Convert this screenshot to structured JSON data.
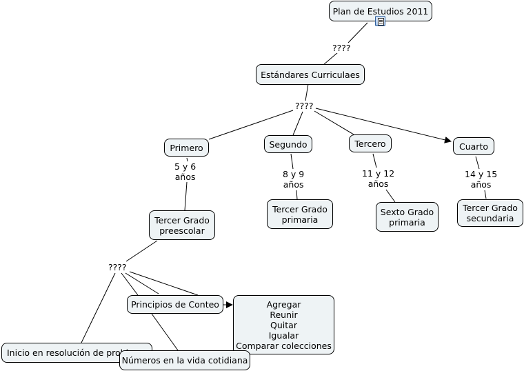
{
  "map": {
    "root": {
      "label": "Plan de Estudios 2011",
      "icon": "document-icon"
    },
    "link_root": "????",
    "estandares": "Estándares Curriculaes",
    "link_estandares": "????",
    "grades": [
      {
        "name": "Primero",
        "age_line1": "5 y 6",
        "age_line2": "años",
        "level_line1": "Tercer Grado",
        "level_line2": "preescolar"
      },
      {
        "name": "Segundo",
        "age_line1": "8 y 9",
        "age_line2": "años",
        "level_line1": "Tercer Grado",
        "level_line2": "primaria"
      },
      {
        "name": "Tercero",
        "age_line1": "11 y 12",
        "age_line2": "años",
        "level_line1": "Sexto Grado",
        "level_line2": "primaria"
      },
      {
        "name": "Cuarto",
        "age_line1": "14 y 15",
        "age_line2": "años",
        "level_line1": "Tercer Grado",
        "level_line2": "secundaria"
      }
    ],
    "link_preescolar": "????",
    "principios": "Principios de Conteo",
    "principios_items": [
      "Agregar",
      "Reunir",
      "Quitar",
      "Igualar",
      "Comparar colecciones"
    ],
    "inicio": "Inicio en resolución de problemas",
    "numeros": "Números en la vida cotidiana"
  }
}
